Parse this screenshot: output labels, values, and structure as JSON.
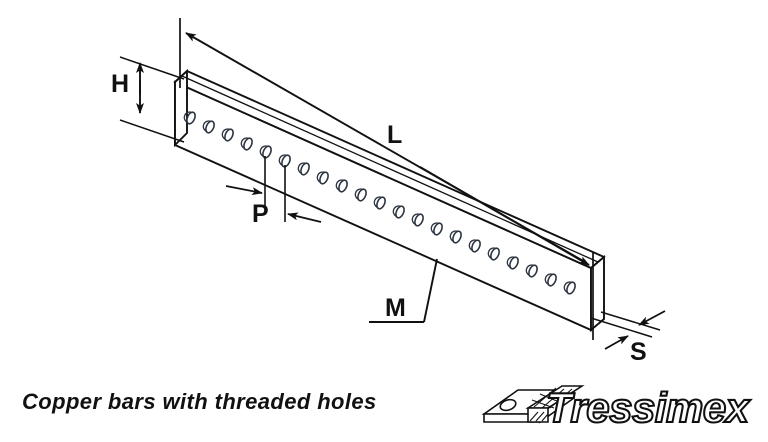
{
  "figure": {
    "type": "technical-drawing",
    "subject": "copper bar with threaded holes",
    "projection": "isometric",
    "caption": "Copper bars with threaded holes",
    "line_color": "#111111",
    "hole_color": "#2b3440",
    "background": "#ffffff"
  },
  "dimensions": {
    "length": {
      "symbol": "L",
      "description": "overall bar length"
    },
    "height": {
      "symbol": "H",
      "description": "bar height / width of face"
    },
    "pitch": {
      "symbol": "P",
      "description": "hole pitch spacing"
    },
    "thickness": {
      "symbol": "S",
      "description": "bar thickness"
    },
    "thread": {
      "symbol": "M",
      "description": "metric thread size of holes"
    }
  },
  "holes": {
    "count": 21,
    "style": "threaded",
    "arrangement": "single row along bar centerline"
  },
  "brand": {
    "name": "Tressimex",
    "mark": "bar-with-hole-icon"
  }
}
